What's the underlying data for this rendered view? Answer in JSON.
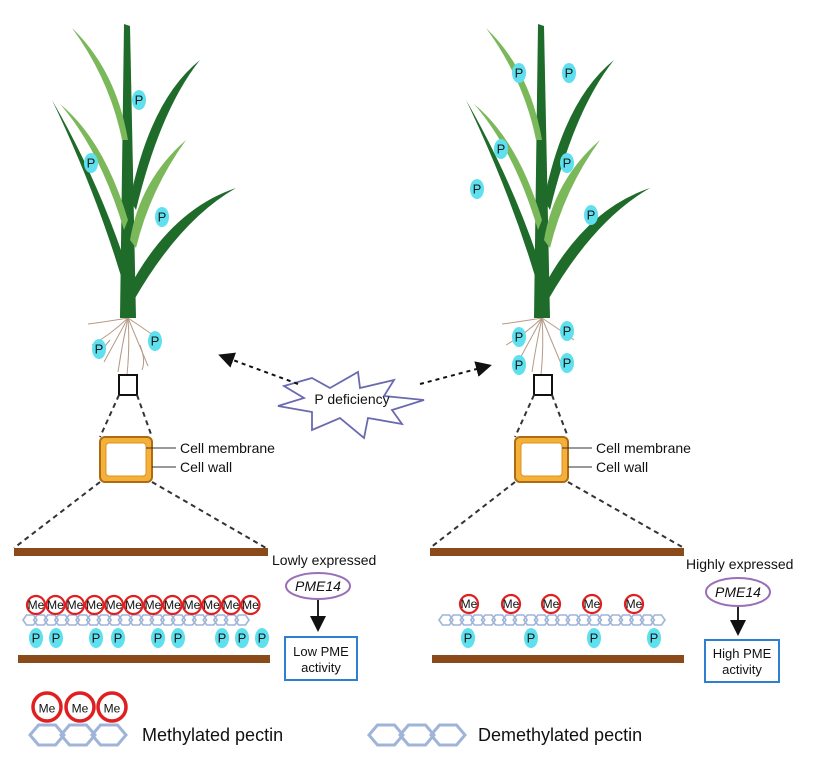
{
  "center": {
    "stress_label": "P deficiency"
  },
  "left": {
    "cell_membrane_label": "Cell membrane",
    "cell_wall_label": "Cell wall",
    "expression_label": "Lowly expressed",
    "gene_label": "PME14",
    "activity_line1": "Low PME",
    "activity_line2": "activity",
    "methyl_label": "Me",
    "phosphate_label": "P",
    "methyl_count": 12,
    "phosphate_in_wall_count": 9
  },
  "right": {
    "cell_membrane_label": "Cell membrane",
    "cell_wall_label": "Cell wall",
    "expression_label": "Highly expressed",
    "gene_label": "PME14",
    "activity_line1": "High PME",
    "activity_line2": "activity",
    "methyl_label": "Me",
    "phosphate_label": "P",
    "methyl_count": 5,
    "phosphate_in_wall_count": 4
  },
  "legend": {
    "methylated_label": "Methylated pectin",
    "demethylated_label": "Demethylated pectin",
    "me_label": "Me"
  },
  "colors": {
    "phosphate": "#5ee0ee",
    "methyl_ring": "#e02020",
    "pectin_hex": "#9fb4d8",
    "cell_wall_bar": "#8a4a1a",
    "cell_orange": "#f0a020",
    "gene_ellipse": "#9a6fb6",
    "activity_box": "#2f7fd0",
    "star_outline": "#6a6ab0",
    "plant_dark": "#1f6b2a",
    "plant_light": "#7ab85a"
  }
}
